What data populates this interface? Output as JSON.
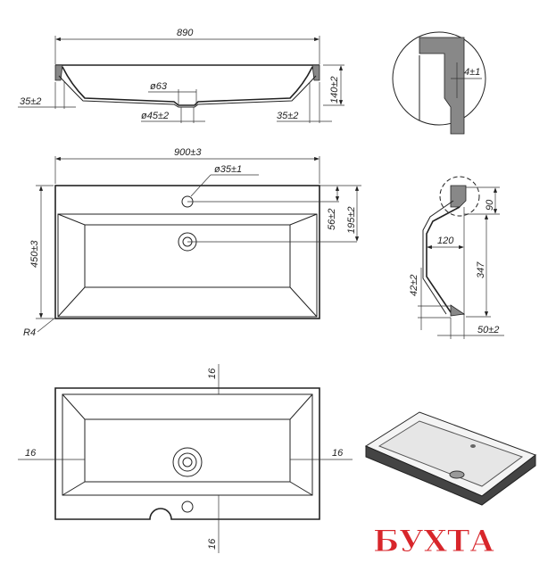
{
  "section_view": {
    "width": "890",
    "rim_left": "35±2",
    "rim_right": "35±2",
    "drain_outer": "ø63",
    "drain_inner": "ø45±2",
    "height": "140±2"
  },
  "detail_view": {
    "wall": "4±1"
  },
  "top_view": {
    "width": "900±3",
    "tap_hole": "ø35±1",
    "tap_offset": "56±2",
    "drain_offset": "195±2",
    "depth": "450±3",
    "corner_radius": "R4"
  },
  "side_view": {
    "rim_height": "90",
    "offset": "120",
    "height": "347",
    "lower": "42±2",
    "base": "50±2"
  },
  "bottom_view": {
    "top": "16",
    "left": "16",
    "right": "16",
    "bottom": "16"
  },
  "logo": {
    "text": "БУХТА",
    "color": "#d8262b"
  }
}
